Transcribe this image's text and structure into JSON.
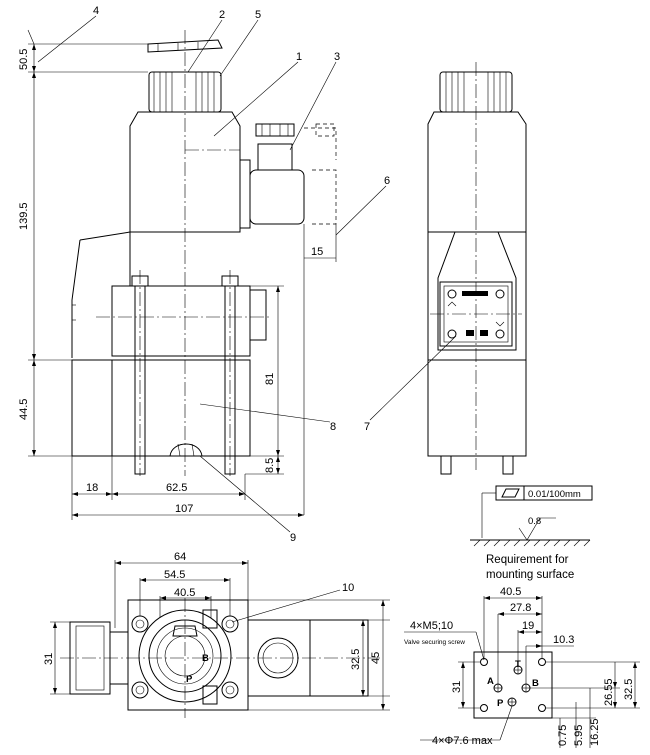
{
  "callouts": {
    "c1": "1",
    "c2": "2",
    "c3": "3",
    "c4": "4",
    "c5": "5",
    "c6": "6",
    "c7": "7",
    "c8": "8",
    "c9": "9",
    "c10": "10"
  },
  "front_view": {
    "dim_top": "50.5",
    "dim_solenoid": "139.5",
    "dim_base": "44.5",
    "dim_81": "81",
    "dim_8_5": "8.5",
    "dim_15": "15",
    "dim_18": "18",
    "dim_62_5": "62.5",
    "dim_107": "107"
  },
  "side_view": {
    "flatness": "0.01/100mm",
    "roughness": "0.8",
    "requirement_line1": "Requirement for",
    "requirement_line2": "mounting surface"
  },
  "bottom_view": {
    "dim_64": "64",
    "dim_54_5": "54.5",
    "dim_40_5": "40.5",
    "dim_31": "31",
    "dim_32_5": "32.5",
    "dim_45": "45",
    "port_p": "P",
    "port_b": "B"
  },
  "mounting_pattern": {
    "dim_40_5": "40.5",
    "dim_27_8": "27.8",
    "dim_19": "19",
    "dim_10_3": "10.3",
    "dim_31": "31",
    "dim_26_55": "26.55",
    "dim_32_5": "32.5",
    "dim_0_75": "0.75",
    "dim_5_95": "5.95",
    "dim_16_25": "16.25",
    "screw_label": "4×M5;10",
    "screw_note": "Valve securing screw",
    "hole_label": "4×Φ7.6 max",
    "port_a": "A",
    "port_t": "T",
    "port_b": "B",
    "port_p": "P"
  }
}
